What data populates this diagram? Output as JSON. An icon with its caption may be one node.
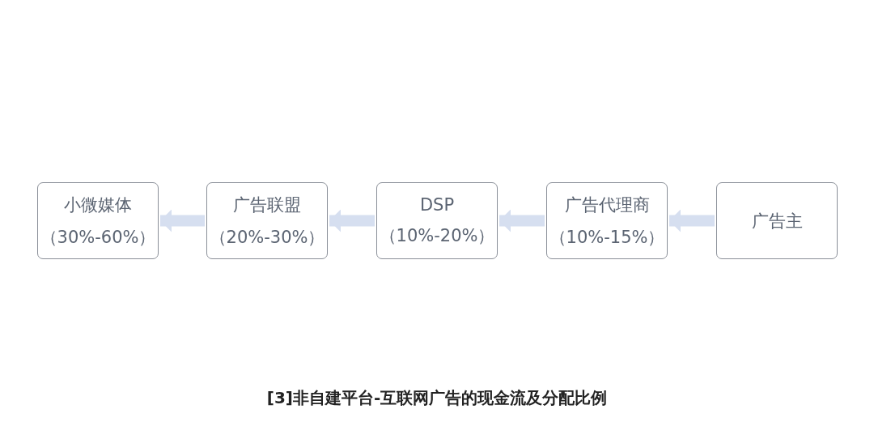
{
  "diagram": {
    "caption": "[3]非自建平台-互联网广告的现金流及分配比例",
    "nodes": [
      {
        "text": [
          "小微媒体",
          "（30%-60%）"
        ]
      },
      {
        "text": [
          "广告联盟",
          "（20%-30%）"
        ]
      },
      {
        "text": [
          "DSP",
          "（10%-20%）"
        ]
      },
      {
        "text": [
          "广告代理商",
          "（10%-15%）"
        ]
      },
      {
        "text": [
          "广告主"
        ]
      }
    ],
    "edges": [
      {
        "from": 4,
        "to": 3,
        "arrow": "to"
      },
      {
        "from": 3,
        "to": 2,
        "arrow": "to"
      },
      {
        "from": 2,
        "to": 1,
        "arrow": "to"
      },
      {
        "from": 1,
        "to": 0,
        "arrow": "to"
      }
    ]
  }
}
